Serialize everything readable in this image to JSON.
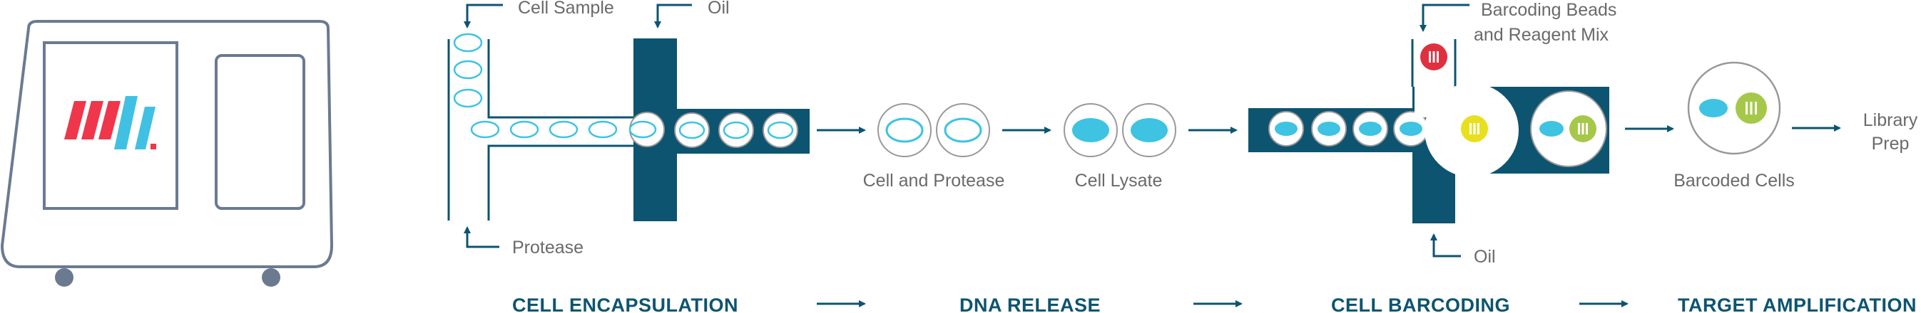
{
  "labels": {
    "cell_sample": "Cell Sample",
    "oil_top": "Oil",
    "protease": "Protease",
    "cell_and_protease": "Cell and Protease",
    "cell_lysate": "Cell Lysate",
    "barcoding_beads_line1": "Barcoding Beads",
    "barcoding_beads_line2": "and Reagent Mix",
    "oil_bottom": "Oil",
    "barcoded_cells": "Barcoded Cells",
    "library_line1": "Library",
    "library_line2": "Prep"
  },
  "stages": [
    {
      "label": "CELL ENCAPSULATION"
    },
    {
      "label": "DNA RELEASE"
    },
    {
      "label": "CELL BARCODING"
    },
    {
      "label": "TARGET AMPLIFICATION"
    }
  ],
  "icons": [
    "instrument-icon",
    "brand-logo-icon",
    "barcode-bead-icon"
  ],
  "colors": {
    "channel": "#0d5470",
    "cyan": "#3ec3e3",
    "red_bead": "#e0303f",
    "yellow_bead": "#e8e01c",
    "green_bead": "#a6c84a",
    "device": "#6b7a91",
    "logo_red": "#f0364a",
    "logo_blue": "#40c1e3",
    "text": "#6a6a6a"
  }
}
